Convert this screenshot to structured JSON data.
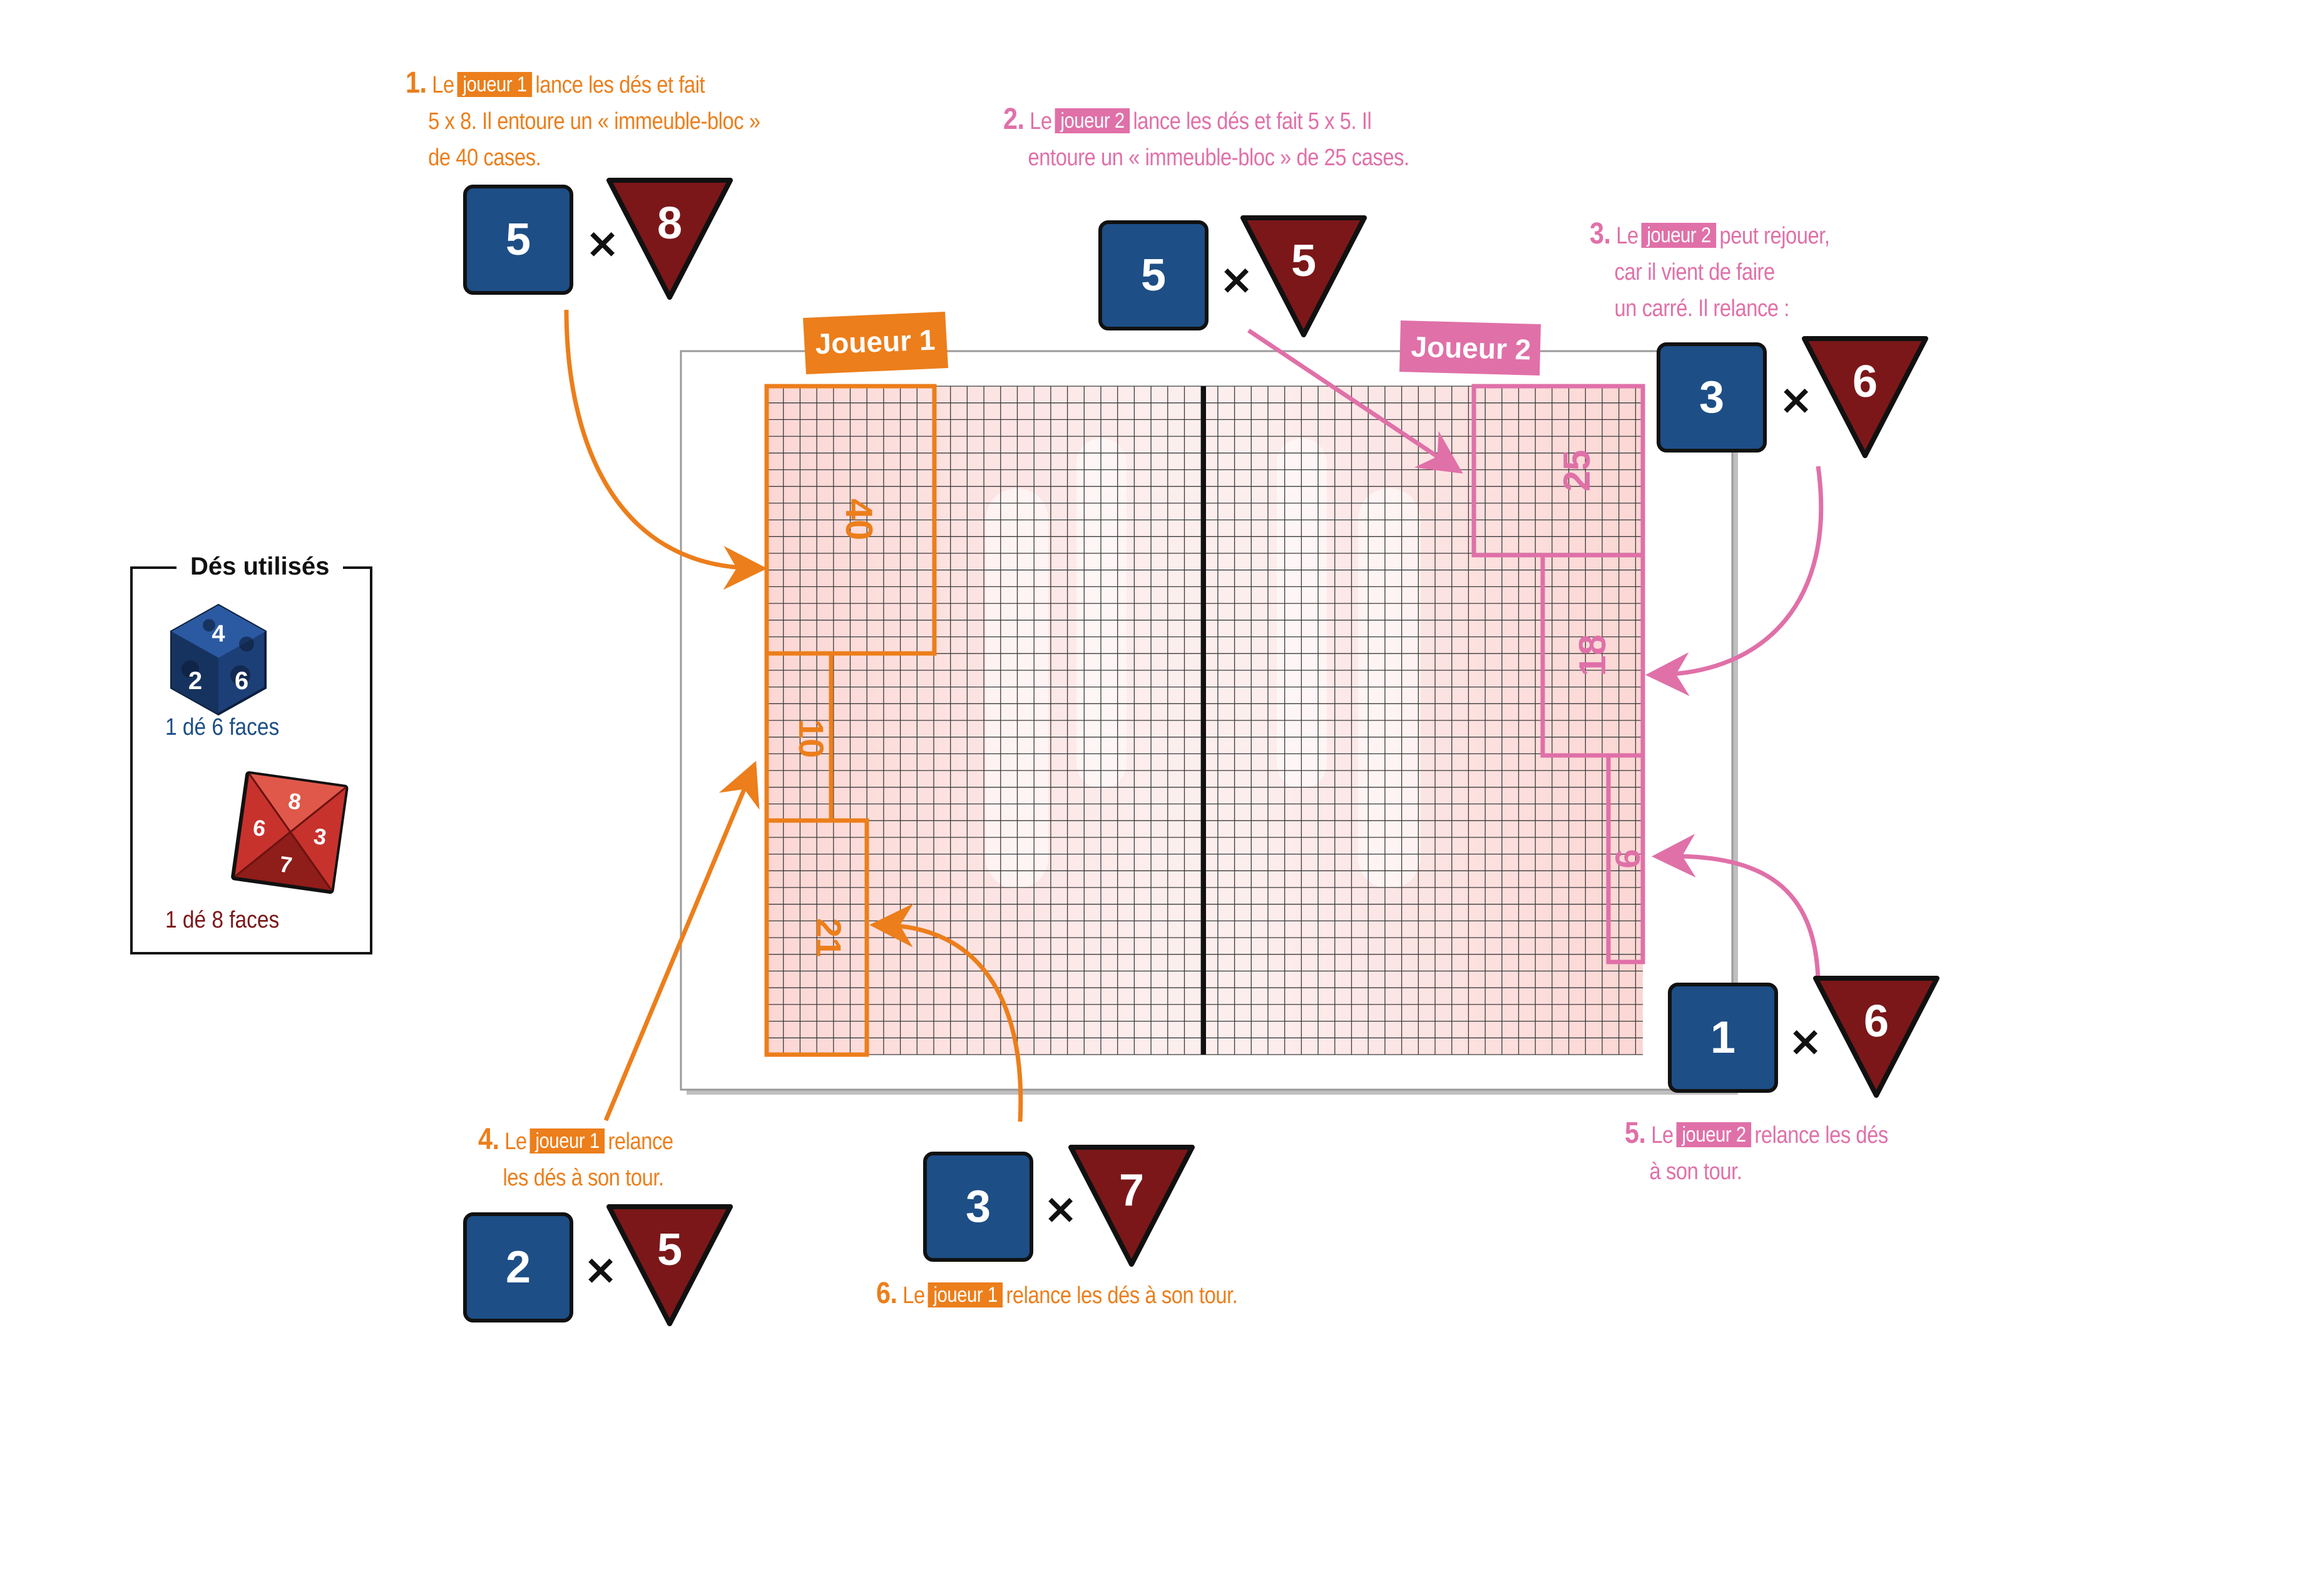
{
  "players": {
    "player1_label": "Joueur 1",
    "player2_label": "Joueur 2"
  },
  "colors": {
    "player1": "#ec7e1b",
    "player2": "#e070a8",
    "die6": "#1d4e86",
    "die8": "#7b1719"
  },
  "steps": [
    {
      "number": "1.",
      "pre": "Le",
      "tag": "joueur 1",
      "line1": "lance les dés et fait",
      "line2": "5 x 8. Il entoure un « immeuble-bloc »",
      "line3": "de 40 cases.",
      "die6": "5",
      "die8": "8"
    },
    {
      "number": "2.",
      "pre": "Le",
      "tag": "joueur 2",
      "line1": "lance les dés et fait 5 x 5. Il",
      "line2": "entoure un « immeuble-bloc » de 25 cases.",
      "die6": "5",
      "die8": "5"
    },
    {
      "number": "3.",
      "pre": "Le",
      "tag": "joueur 2",
      "line1": "peut rejouer,",
      "line2": "car il vient de faire",
      "line3": "un carré. Il relance :",
      "die6": "3",
      "die8": "6"
    },
    {
      "number": "4.",
      "pre": "Le",
      "tag": "joueur 1",
      "line1": "relance",
      "line2": "les dés à son tour.",
      "die6": "2",
      "die8": "5"
    },
    {
      "number": "5.",
      "pre": "Le",
      "tag": "joueur 2",
      "line1": "relance les dés",
      "line2": "à son tour.",
      "die6": "1",
      "die8": "6"
    },
    {
      "number": "6.",
      "pre": "Le",
      "tag": "joueur 1",
      "line1": "relance les dés à son tour.",
      "die6": "3",
      "die8": "7"
    }
  ],
  "times_symbol": "×",
  "blocks": {
    "p1": [
      "40",
      "10",
      "21"
    ],
    "p2": [
      "25",
      "18",
      "6"
    ]
  },
  "legend": {
    "title": "Dés utilisés",
    "d6_caption": "1 dé 6 faces",
    "d8_caption": "1 dé 8 faces",
    "d6_faces": [
      "4",
      "2",
      "6"
    ],
    "d8_faces": [
      "8",
      "6",
      "3",
      "7"
    ]
  }
}
